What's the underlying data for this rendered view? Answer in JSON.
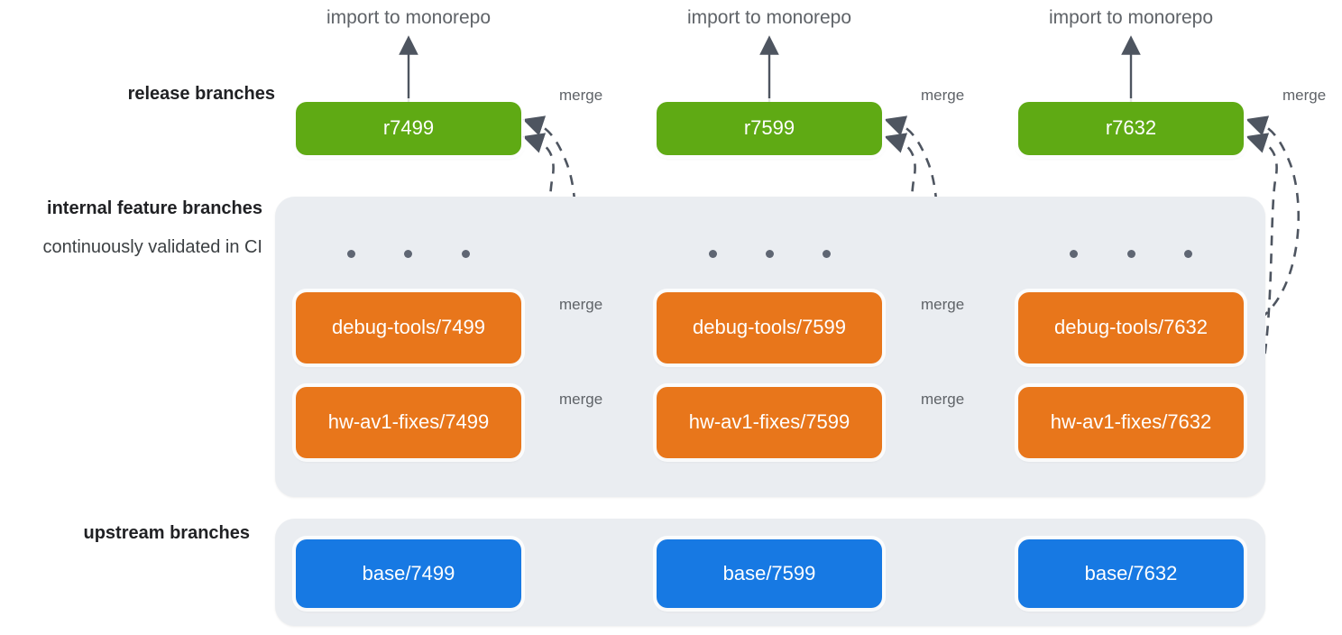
{
  "diagram": {
    "title_row_labels": {
      "release": "release branches",
      "internal": "internal feature branches",
      "internal_sub": "continuously validated in CI",
      "upstream": "upstream branches"
    },
    "top_labels": [
      "import to monorepo",
      "import to monorepo",
      "import to monorepo"
    ],
    "merge_labels": {
      "release_right": [
        "merge",
        "merge",
        "merge"
      ],
      "feature_row1": [
        "merge",
        "merge"
      ],
      "feature_row2": [
        "merge",
        "merge"
      ]
    },
    "columns": [
      {
        "release": "r7499",
        "features": [
          "debug-tools/7499",
          "hw-av1-fixes/7499"
        ],
        "upstream": "base/7499"
      },
      {
        "release": "r7599",
        "features": [
          "debug-tools/7599",
          "hw-av1-fixes/7599"
        ],
        "upstream": "base/7599"
      },
      {
        "release": "r7632",
        "features": [
          "debug-tools/7632",
          "hw-av1-fixes/7632"
        ],
        "upstream": "base/7632"
      }
    ],
    "colors": {
      "release_green": "#5faa14",
      "feature_orange": "#e8761b",
      "upstream_blue": "#1779e3",
      "panel_gray": "#eaedf1",
      "arrow_gray": "#4e5560",
      "label_gray": "#5f6368",
      "background": "#ffffff"
    },
    "ci_dot_count_per_column": 3
  }
}
